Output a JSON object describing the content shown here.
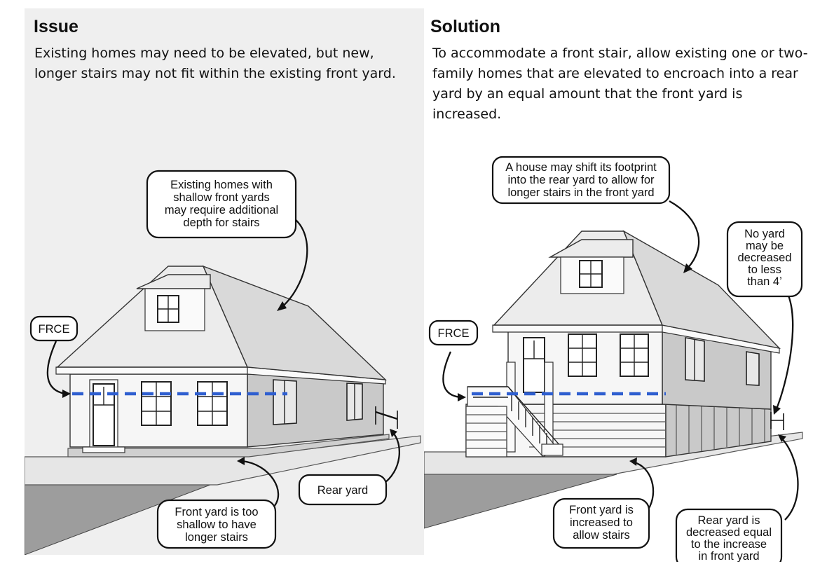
{
  "issue": {
    "title": "Issue",
    "description": "Existing homes may need to be elevated, but new, longer stairs may not fit within the existing front yard.",
    "callouts": {
      "shallow_front_yards": [
        "Existing homes with",
        "shallow front yards",
        "may require additional",
        "depth for stairs"
      ],
      "frce": [
        "FRCE"
      ],
      "rear_yard": [
        "Rear yard"
      ],
      "front_yard_too_shallow": [
        "Front yard is too",
        "shallow to have",
        "longer stairs"
      ]
    }
  },
  "solution": {
    "title": "Solution",
    "description": "To accommodate a front stair, allow existing one or two-family homes that are elevated to encroach into a rear yard by an equal amount that the front yard is increased.",
    "callouts": {
      "shift_footprint": [
        "A house may shift its footprint",
        "into the rear yard to allow for",
        "longer stairs in the front yard"
      ],
      "no_yard_decreased": [
        "No yard",
        "may be",
        "decreased",
        "to less",
        "than 4’"
      ],
      "frce": [
        "FRCE"
      ],
      "front_yard_increased": [
        "Front yard is",
        "increased to",
        "allow stairs"
      ],
      "rear_yard_decreased": [
        "Rear yard is",
        "decreased equal",
        "to the increase",
        "in front yard"
      ]
    }
  },
  "colors": {
    "frce_line": "#2f5fd0",
    "issue_background": "#efefef"
  }
}
